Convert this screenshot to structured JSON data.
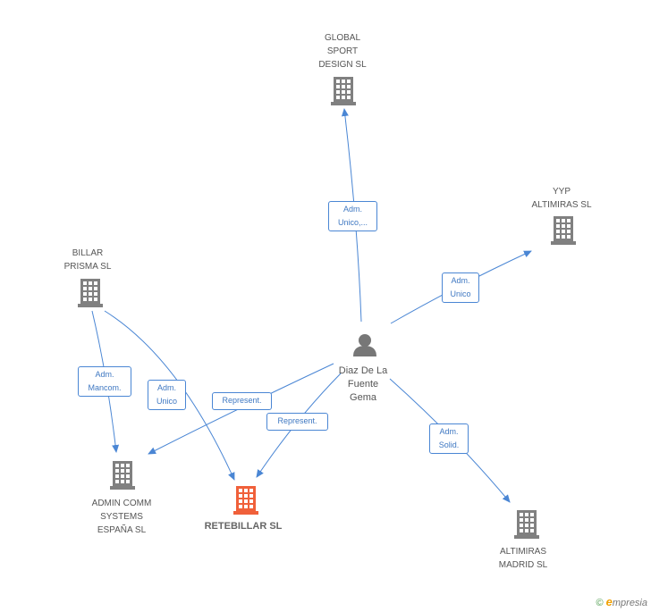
{
  "nodes": {
    "global_sport": {
      "label": "GLOBAL\nSPORT\nDESIGN SL"
    },
    "yyp": {
      "label": "YYP\nALTIMIRAS  SL"
    },
    "billar_prisma": {
      "label": "BILLAR\nPRISMA  SL"
    },
    "person": {
      "label": "Diaz De La\nFuente\nGema"
    },
    "admin_comm": {
      "label": "ADMIN COMM\nSYSTEMS\nESPAÑA SL"
    },
    "retebillar": {
      "label": "RETEBILLAR SL"
    },
    "altimiras_madrid": {
      "label": "ALTIMIRAS\nMADRID SL"
    }
  },
  "edges": {
    "adm_unico_global": {
      "label": "Adm.\nUnico,..."
    },
    "adm_unico_yyp": {
      "label": "Adm.\nUnico"
    },
    "adm_mancom": {
      "label": "Adm.\nMancom."
    },
    "adm_unico_billar": {
      "label": "Adm.\nUnico"
    },
    "represent_admin": {
      "label": "Represent."
    },
    "represent_rete": {
      "label": "Represent."
    },
    "adm_solid": {
      "label": "Adm.\nSolid."
    }
  },
  "colors": {
    "edge": "#4a86d4",
    "building": "#808080",
    "focus_building": "#f0603a",
    "person": "#777777"
  },
  "footer": {
    "copyright": "©",
    "brand_e": "e",
    "brand_rest": "mpresia"
  }
}
